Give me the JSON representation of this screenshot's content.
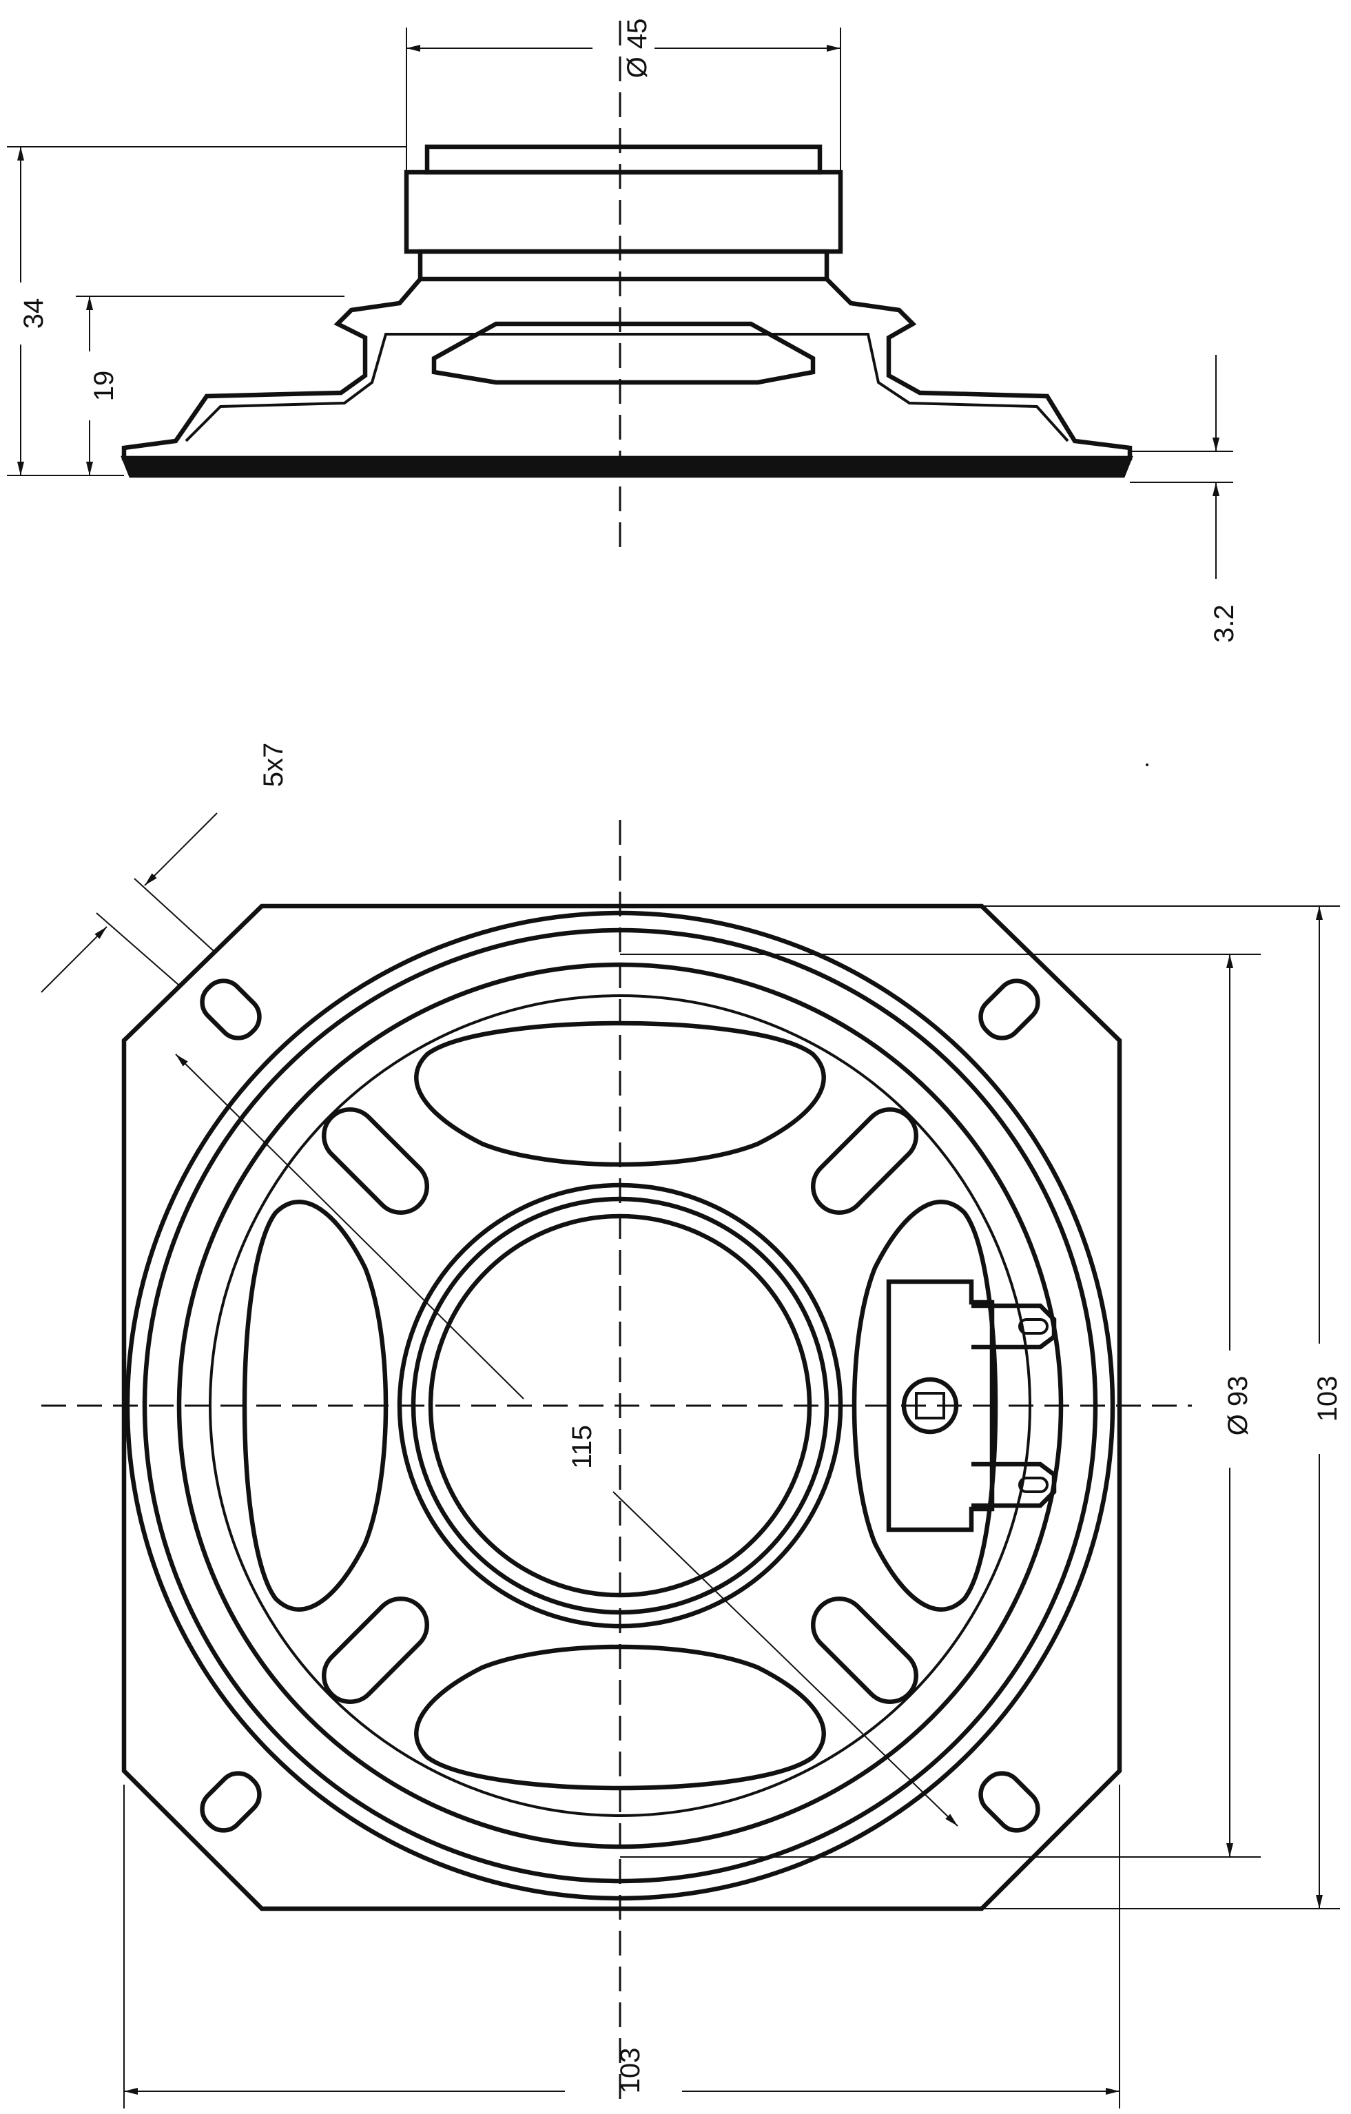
{
  "side_view": {
    "magnet_diameter": "Ø 45",
    "total_height": "34",
    "frame_height": "19",
    "flange_thickness": "3.2"
  },
  "front_view": {
    "slot_size": "5x7",
    "hole_spacing": "115",
    "cone_diameter": "Ø 93",
    "width": "103",
    "height": "103"
  }
}
